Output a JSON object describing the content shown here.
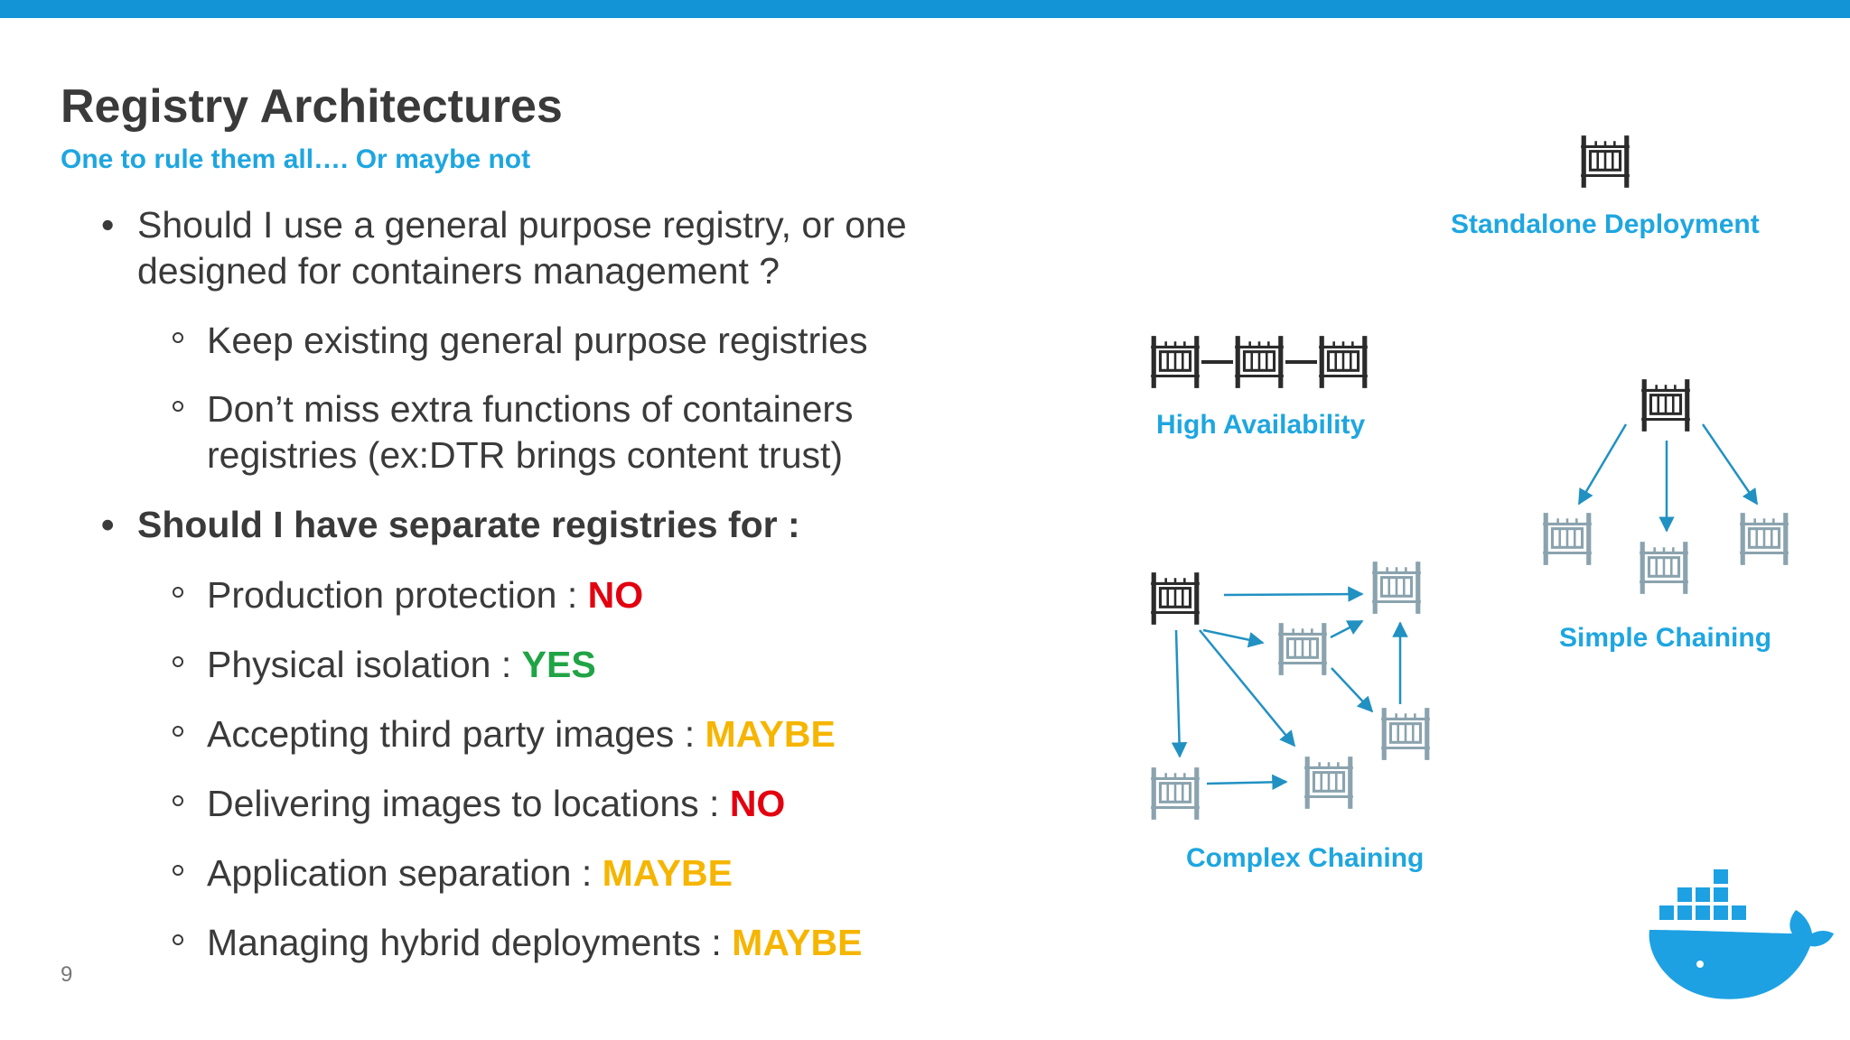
{
  "slide": {
    "title": "Registry Architectures",
    "subtitle": "One to rule them all…. Or maybe not",
    "page_number": "9"
  },
  "bullets": {
    "q1_line1": "Should I use a general purpose registry, or one",
    "q1_line2": "designed for containers management ?",
    "q1_sub1": "Keep existing general purpose registries",
    "q1_sub2_line1": "Don’t miss extra functions of containers",
    "q1_sub2_line2": "registries (ex:DTR brings content trust)",
    "q2": "Should I have separate registries for :",
    "items": [
      {
        "label": "Production protection : ",
        "answer": "NO"
      },
      {
        "label": "Physical isolation : ",
        "answer": "YES"
      },
      {
        "label": "Accepting third party images : ",
        "answer": "MAYBE"
      },
      {
        "label": "Delivering images to locations : ",
        "answer": "NO"
      },
      {
        "label": "Application separation : ",
        "answer": "MAYBE"
      },
      {
        "label": "Managing hybrid deployments : ",
        "answer": "MAYBE"
      }
    ]
  },
  "diagram": {
    "standalone_label": "Standalone Deployment",
    "ha_label": "High Availability",
    "simple_label": "Simple Chaining",
    "complex_label": "Complex Chaining"
  },
  "colors": {
    "accent": "#1394d7",
    "label_blue": "#1ea6e0",
    "no": "#e3000f",
    "yes": "#20a446",
    "maybe": "#f5b500",
    "registry_dark": "#2b2b2b",
    "registry_light": "#8aa3ae",
    "arrow": "#2191c2"
  },
  "icons": [
    "registry-icon",
    "docker-whale-logo"
  ]
}
